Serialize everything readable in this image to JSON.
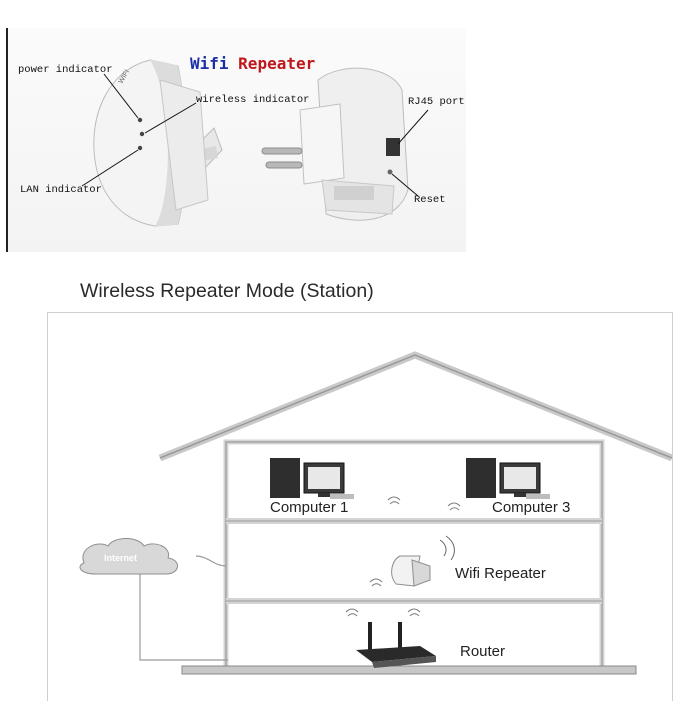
{
  "product_photo": {
    "title_wifi": "Wifi",
    "title_repeater": "Repeater",
    "title_wifi_color": "#1a2fa8",
    "title_repeater_color": "#c0171b",
    "callouts": {
      "power": "power indicator",
      "wireless": "wireless indicator",
      "lan": "LAN indicator",
      "rj45": "RJ45 port",
      "reset": "Reset"
    }
  },
  "diagram": {
    "title": "Wireless Repeater Mode (Station)",
    "internet": "Internet",
    "computer1": "Computer 1",
    "computer3": "Computer 3",
    "repeater": "Wifi Repeater",
    "router": "Router"
  }
}
